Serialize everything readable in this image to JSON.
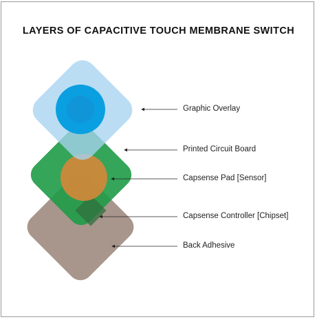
{
  "title": "LAYERS OF CAPACITIVE TOUCH MEMBRANE SWITCH",
  "layers": [
    {
      "key": "graphic-overlay",
      "label": "Graphic Overlay",
      "color": "#a6d3f1"
    },
    {
      "key": "printed-circuit-board",
      "label": "Printed Circuit Board",
      "color": "#2e9e4f"
    },
    {
      "key": "capsense-pad",
      "label": "Capsense Pad [Sensor]",
      "color": "#d2883a"
    },
    {
      "key": "capsense-controller",
      "label": "Capsense Controller [Chipset]",
      "color": "#3f8f4f"
    },
    {
      "key": "back-adhesive",
      "label": "Back Adhesive",
      "color": "#9c887c"
    }
  ],
  "sensor_circle_color": "#0a9fe0"
}
